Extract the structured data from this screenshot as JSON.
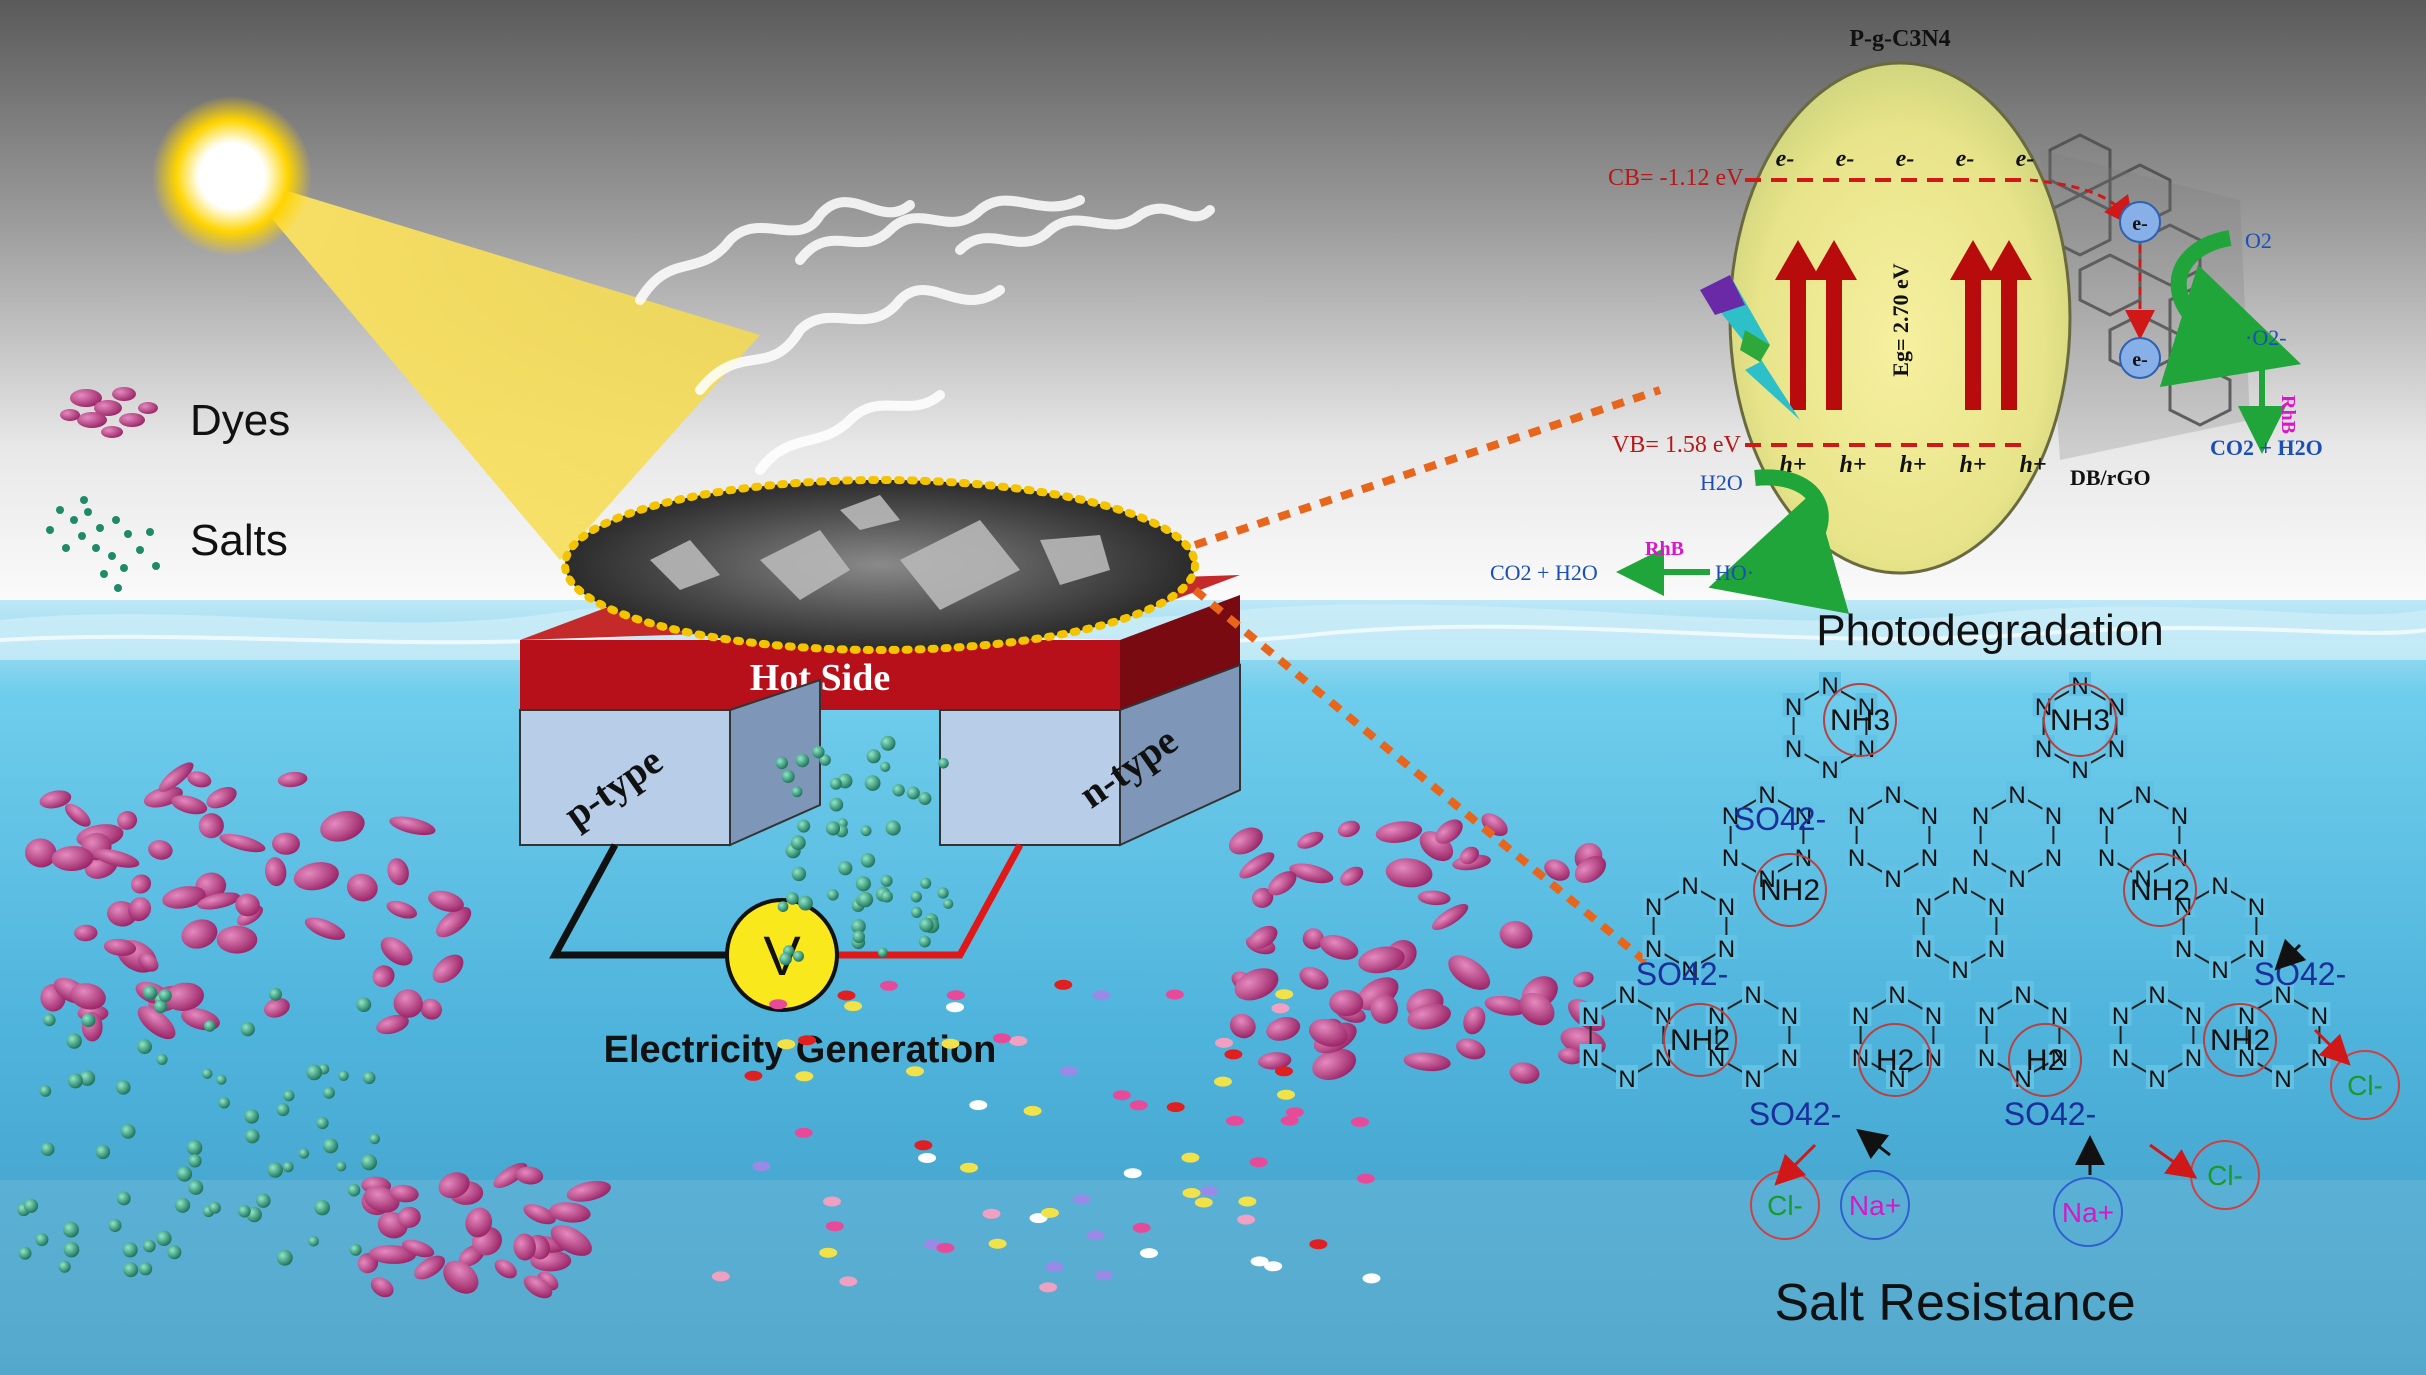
{
  "legend": {
    "dyes_label": "Dyes",
    "salts_label": "Salts"
  },
  "device": {
    "hot_side_label": "Hot Side",
    "p_type_label": "p-type",
    "n_type_label": "n-type",
    "voltmeter_label": "V",
    "electricity_label": "Electricity Generation"
  },
  "photocatalysis": {
    "material_label": "P-g-C3N4",
    "cb_label": "CB= -1.12 eV",
    "vb_label": "VB= 1.58 eV",
    "bandgap_label": "Eg= 2.70 eV",
    "electron_symbol": "e-",
    "hole_symbol": "h+",
    "support_label": "DB/rGO",
    "o2_label": "O2",
    "superoxide_label": "·O2-",
    "rhb_label": "RhB",
    "products_label": "CO2 + H2O",
    "h2o_label": "H2O",
    "hydroxyl_label": "HO·",
    "section_title": "Photodegradation"
  },
  "salt_resistance": {
    "section_title": "Salt Resistance",
    "sulfate_label": "SO42-",
    "chloride_label": "Cl-",
    "sodium_label": "Na+",
    "ammonium_label": "NH3",
    "amine_label": "NH2",
    "nitrogen_symbol": "N",
    "h2_label": "H2"
  },
  "colors": {
    "cb_vb_line": "#d01818",
    "arrow_red": "#b80c0c",
    "green_arrow": "#1fa53a",
    "blue_text": "#1a4fb8",
    "magenta_text": "#d818c8",
    "dye_purple": "#b0367a",
    "salt_green": "#1f8a6a",
    "hot_side": "#b8101a",
    "dotted_orange": "#e8661c",
    "water": "#58c4e8"
  }
}
